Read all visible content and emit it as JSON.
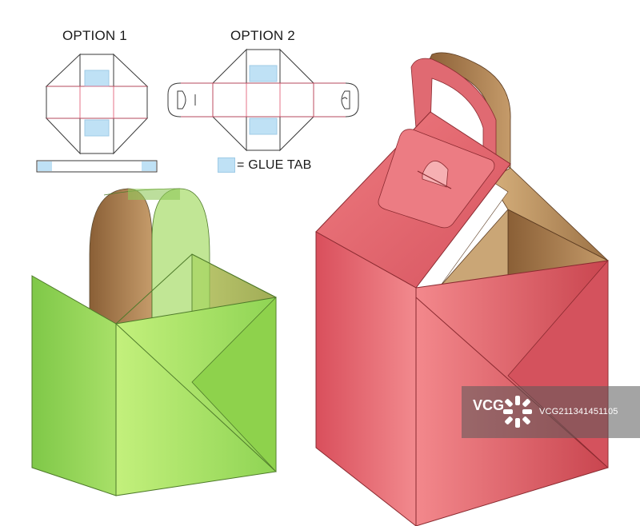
{
  "labels": {
    "option1": "OPTION 1",
    "option2": "OPTION 2",
    "legend": "= GLUE TAB"
  },
  "colors": {
    "glue_tab": "#bfe1f5",
    "cut_line": "#3a3a3a",
    "fold_line": "#e0506a",
    "green_box": "#9bdc5e",
    "red_box": "#e4646e",
    "kraft_inside": "#a9825a"
  },
  "watermark": {
    "logo": "VCG",
    "id": "VCG211341451105"
  }
}
